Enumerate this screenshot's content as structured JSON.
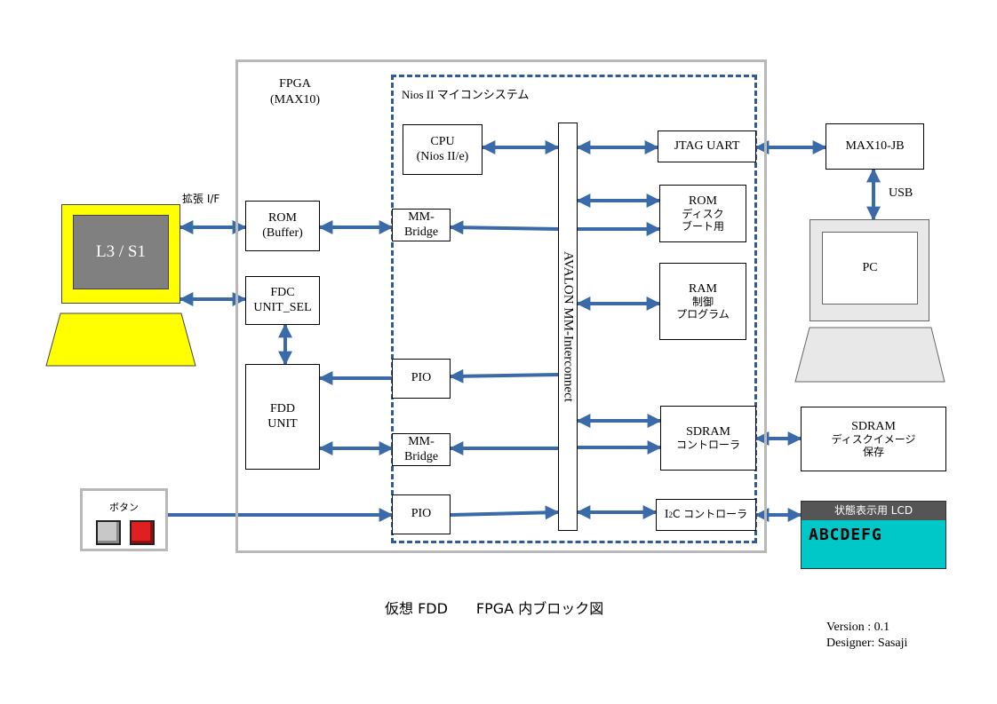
{
  "colors": {
    "arrow": "#3A6BA8",
    "fpga_border": "#B8B8B8",
    "nios_border": "#2F5C96",
    "yellow": "#FFFF00",
    "screen_gray": "#808080",
    "pc_frame": "#E8E8E8",
    "lcd_teal": "#00C8C8",
    "lcd_title_bg": "#555555",
    "button_gray": "#C8C8C8",
    "button_red": "#E02020"
  },
  "fpga": {
    "line1": "FPGA",
    "line2": "(MAX10)"
  },
  "nios": {
    "title": "Nios II マイコンシステム"
  },
  "interconnect": {
    "label": "AVALON MM-Interconnect"
  },
  "blocks": {
    "cpu": [
      "CPU",
      "(Nios II/e)"
    ],
    "jtag_uart": [
      "JTAG UART"
    ],
    "rom_disk": [
      "ROM",
      "ディスク",
      "ブート用"
    ],
    "ram": [
      "RAM",
      "制御",
      "プログラム"
    ],
    "sdram_ctrl": [
      "SDRAM",
      "コントローラ"
    ],
    "i2c_ctrl": {
      "prefix": "I",
      "sup": "2",
      "suffix": "C コントローラ"
    },
    "mm_bridge_top": [
      "MM-",
      "Bridge"
    ],
    "mm_bridge_bottom": [
      "MM-",
      "Bridge"
    ],
    "pio_mid": [
      "PIO"
    ],
    "pio_bottom": [
      "PIO"
    ],
    "rom_buffer": [
      "ROM",
      "(Buffer)"
    ],
    "fdc": [
      "FDC",
      "UNIT_SEL"
    ],
    "fdd": [
      "FDD",
      "UNIT"
    ],
    "max10jb": [
      "MAX10-JB"
    ],
    "sdram_ext": [
      "SDRAM",
      "ディスクイメージ",
      "保存"
    ]
  },
  "labels": {
    "expansion": "拡張 I/F",
    "usb": "USB",
    "button_panel": "ボタン",
    "l3_screen": "L3 / S1",
    "pc_screen": "PC",
    "lcd_title": "状態表示用 LCD",
    "lcd_text": "ABCDEFG"
  },
  "footer": {
    "title": "仮想 FDD　　FPGA 内ブロック図",
    "version": "Version : 0.1",
    "designer": "Designer: Sasaji"
  }
}
